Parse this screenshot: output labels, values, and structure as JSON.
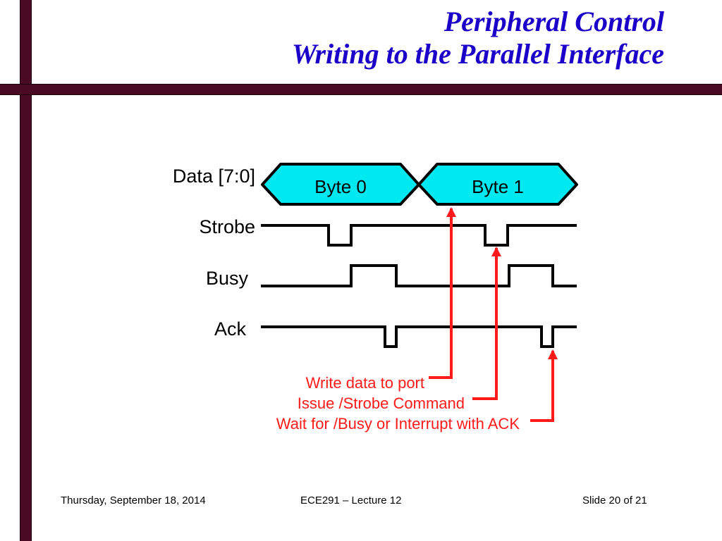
{
  "title": {
    "line1": "Peripheral Control",
    "line2": "Writing to the Parallel Interface"
  },
  "diagram": {
    "signals": {
      "data": "Data [7:0]",
      "strobe": "Strobe",
      "busy": "Busy",
      "ack": "Ack"
    },
    "bytes": [
      "Byte 0",
      "Byte 1"
    ],
    "annotations": {
      "write": "Write data to port",
      "strobe": "Issue /Strobe Command",
      "wait": "Wait for /Busy or Interrupt with ACK"
    },
    "colors": {
      "byte_fill": "#00e8f0",
      "annotation": "#ff1a1a",
      "line": "#000000"
    }
  },
  "footer": {
    "date": "Thursday, September 18, 2014",
    "course": "ECE291 – Lecture 12",
    "slide": "Slide 20 of 21"
  },
  "decor": {
    "bar_color": "#4a0a24",
    "title_color": "#1a00c8"
  }
}
